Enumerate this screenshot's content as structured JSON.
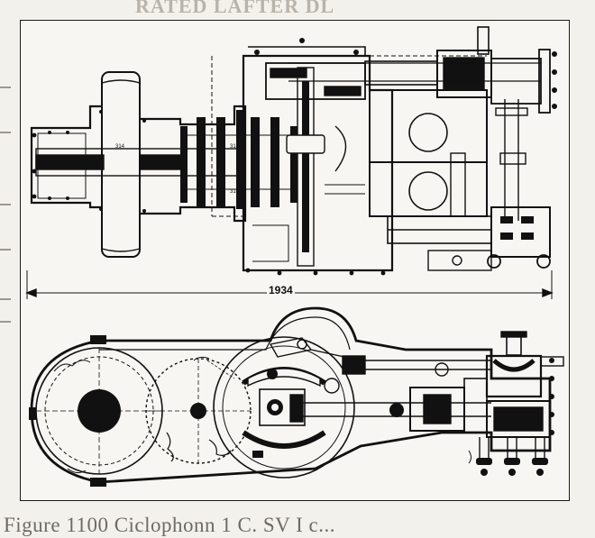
{
  "page_text": {
    "top_bleed": "RATED LAFTER DL",
    "bottom_bleed": "Figure 1100 Ciclophonn 1 C. SV I c..."
  },
  "drawing": {
    "dimension": "1934",
    "small_tags": [
      "314",
      "314",
      "314"
    ]
  },
  "colors": {
    "ink": "#111111",
    "paper": "#f7f6f2",
    "margin": "#f3f1ec"
  }
}
